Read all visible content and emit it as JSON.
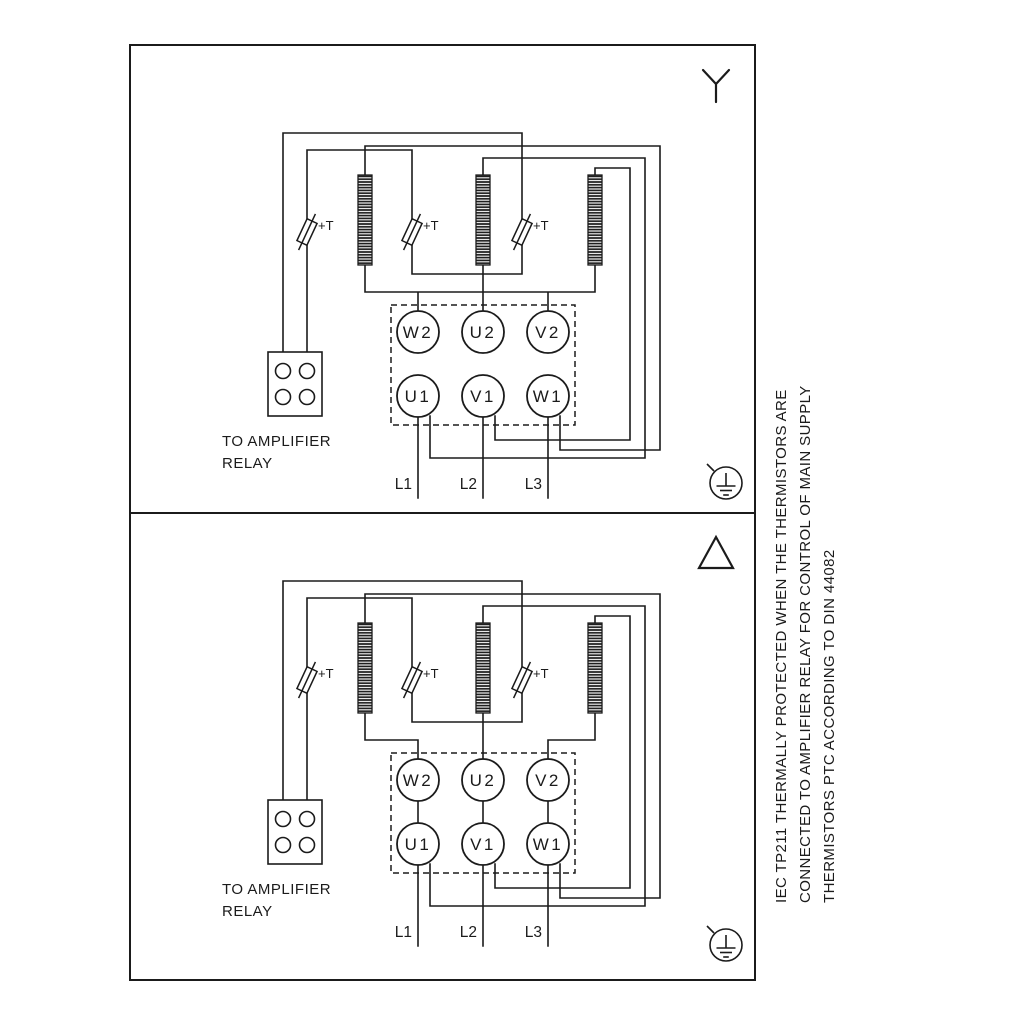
{
  "colors": {
    "ink": "#1b1b1b",
    "paper": "#ffffff"
  },
  "labels": {
    "to_amplifier": "TO AMPLIFIER",
    "relay": "RELAY",
    "thermistor": "+T",
    "terminal_w2": "W2",
    "terminal_u2": "U2",
    "terminal_v2": "V2",
    "terminal_u1": "U1",
    "terminal_v1": "V1",
    "terminal_w1": "W1",
    "supply_l1": "L1",
    "supply_l2": "L2",
    "supply_l3": "L3"
  },
  "side_note": {
    "line1": "IEC TP211 THERMALLY PROTECTED WHEN THE THERMISTORS ARE",
    "line2": "CONNECTED TO AMPLIFIER RELAY FOR CONTROL OF MAIN SUPPLY",
    "line3": "THERMISTORS PTC ACCORDING TO DIN 44082"
  }
}
